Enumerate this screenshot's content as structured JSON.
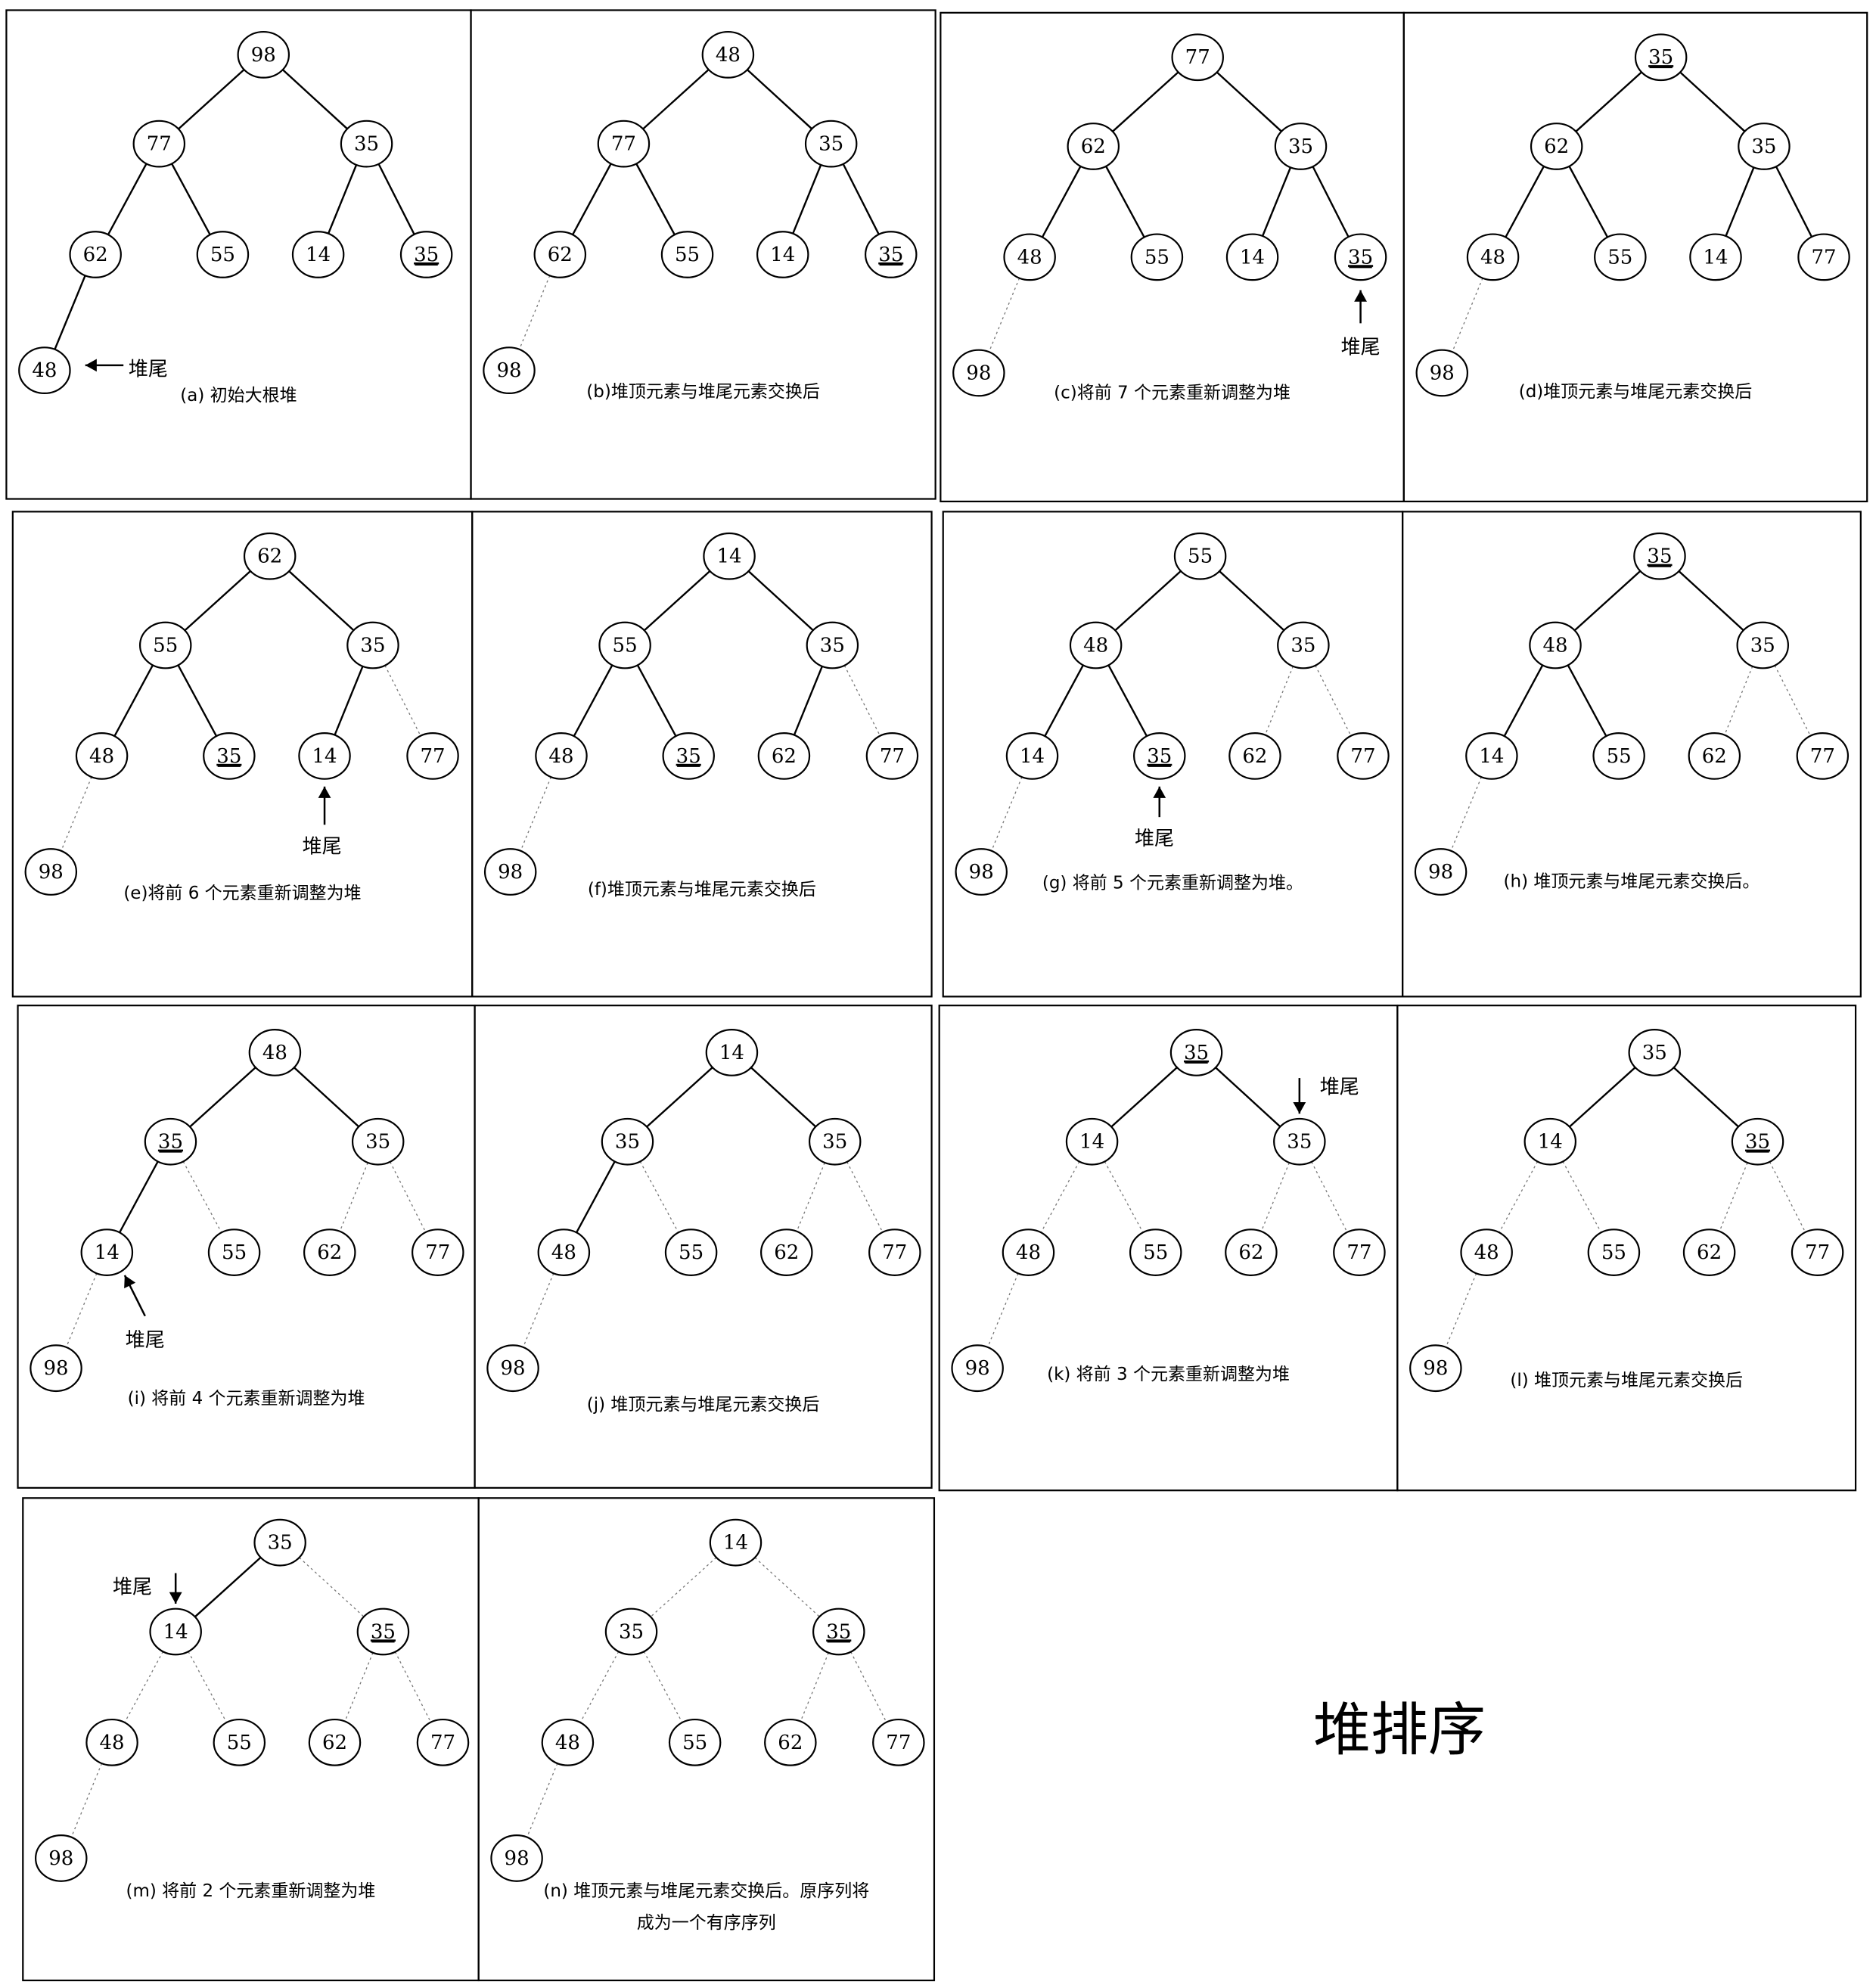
{
  "title": "堆排序",
  "tail_label": "堆尾",
  "panels": [
    {
      "id": "a",
      "values": [
        "98",
        "77",
        "35",
        "62",
        "55",
        "14",
        "35",
        "48"
      ],
      "underlined": [
        6
      ],
      "dashed_edges": [],
      "caption": [
        "(a)   初始大根堆"
      ],
      "tail_arrow": "left-of-node-8"
    },
    {
      "id": "b",
      "values": [
        "48",
        "77",
        "35",
        "62",
        "55",
        "14",
        "35",
        "98"
      ],
      "underlined": [
        6
      ],
      "dashed_edges": [
        8
      ],
      "caption": [
        "(b)堆顶元素与堆尾元素交换后"
      ],
      "tail_arrow": null
    },
    {
      "id": "c",
      "values": [
        "77",
        "62",
        "35",
        "48",
        "55",
        "14",
        "35",
        "98"
      ],
      "underlined": [
        6
      ],
      "dashed_edges": [
        8
      ],
      "caption": [
        "(c)将前 7 个元素重新调整为堆"
      ],
      "tail_arrow": "below-node-7"
    },
    {
      "id": "d",
      "values": [
        "35",
        "62",
        "35",
        "48",
        "55",
        "14",
        "77",
        "98"
      ],
      "underlined": [
        0
      ],
      "dashed_edges": [
        8
      ],
      "caption": [
        "(d)堆顶元素与堆尾元素交换后"
      ],
      "tail_arrow": null
    },
    {
      "id": "e",
      "values": [
        "62",
        "55",
        "35",
        "48",
        "35",
        "14",
        "77",
        "98"
      ],
      "underlined": [
        4
      ],
      "dashed_edges": [
        7,
        8
      ],
      "caption": [
        "(e)将前 6 个元素重新调整为堆"
      ],
      "tail_arrow": "below-node-6"
    },
    {
      "id": "f",
      "values": [
        "14",
        "55",
        "35",
        "48",
        "35",
        "62",
        "77",
        "98"
      ],
      "underlined": [
        4
      ],
      "dashed_edges": [
        7,
        8
      ],
      "caption": [
        "(f)堆顶元素与堆尾元素交换后"
      ],
      "tail_arrow": null
    },
    {
      "id": "g",
      "values": [
        "55",
        "48",
        "35",
        "14",
        "35",
        "62",
        "77",
        "98"
      ],
      "underlined": [
        4
      ],
      "dashed_edges": [
        6,
        7,
        8
      ],
      "caption": [
        "(g) 将前 5 个元素重新调整为堆。"
      ],
      "tail_arrow": "below-node-5"
    },
    {
      "id": "h",
      "values": [
        "35",
        "48",
        "35",
        "14",
        "55",
        "62",
        "77",
        "98"
      ],
      "underlined": [
        0
      ],
      "dashed_edges": [
        6,
        7,
        8
      ],
      "caption": [
        "(h) 堆顶元素与堆尾元素交换后。"
      ],
      "tail_arrow": null
    },
    {
      "id": "i",
      "values": [
        "48",
        "35",
        "35",
        "14",
        "55",
        "62",
        "77",
        "98"
      ],
      "underlined": [
        1
      ],
      "dashed_edges": [
        5,
        6,
        7,
        8
      ],
      "caption": [
        "(i) 将前 4 个元素重新调整为堆"
      ],
      "tail_arrow": "lower-right-of-node-4"
    },
    {
      "id": "j",
      "values": [
        "14",
        "35",
        "35",
        "48",
        "55",
        "62",
        "77",
        "98"
      ],
      "underlined": [],
      "dashed_edges": [
        5,
        6,
        7,
        8
      ],
      "caption": [
        "(j) 堆顶元素与堆尾元素交换后"
      ],
      "tail_arrow": null
    },
    {
      "id": "k",
      "values": [
        "35",
        "14",
        "35",
        "48",
        "55",
        "62",
        "77",
        "98"
      ],
      "underlined": [
        0
      ],
      "dashed_edges": [
        4,
        5,
        6,
        7,
        8
      ],
      "caption": [
        "(k) 将前 3 个元素重新调整为堆"
      ],
      "tail_arrow": "above-right-node-3"
    },
    {
      "id": "l",
      "values": [
        "35",
        "14",
        "35",
        "48",
        "55",
        "62",
        "77",
        "98"
      ],
      "underlined": [
        2
      ],
      "dashed_edges": [
        4,
        5,
        6,
        7,
        8
      ],
      "caption": [
        "(l) 堆顶元素与堆尾元素交换后"
      ],
      "tail_arrow": null
    },
    {
      "id": "m",
      "values": [
        "35",
        "14",
        "35",
        "48",
        "55",
        "62",
        "77",
        "98"
      ],
      "underlined": [
        2
      ],
      "dashed_edges": [
        3,
        4,
        5,
        6,
        7,
        8
      ],
      "caption": [
        "(m) 将前 2 个元素重新调整为堆"
      ],
      "tail_arrow": "above-left-node-2"
    },
    {
      "id": "n",
      "values": [
        "14",
        "35",
        "35",
        "48",
        "55",
        "62",
        "77",
        "98"
      ],
      "underlined": [
        2
      ],
      "dashed_edges": [
        2,
        3,
        4,
        5,
        6,
        7,
        8
      ],
      "caption": [
        "(n) 堆顶元素与堆尾元素交换后。原序列将",
        "成为一个有序序列"
      ],
      "tail_arrow": null
    }
  ]
}
